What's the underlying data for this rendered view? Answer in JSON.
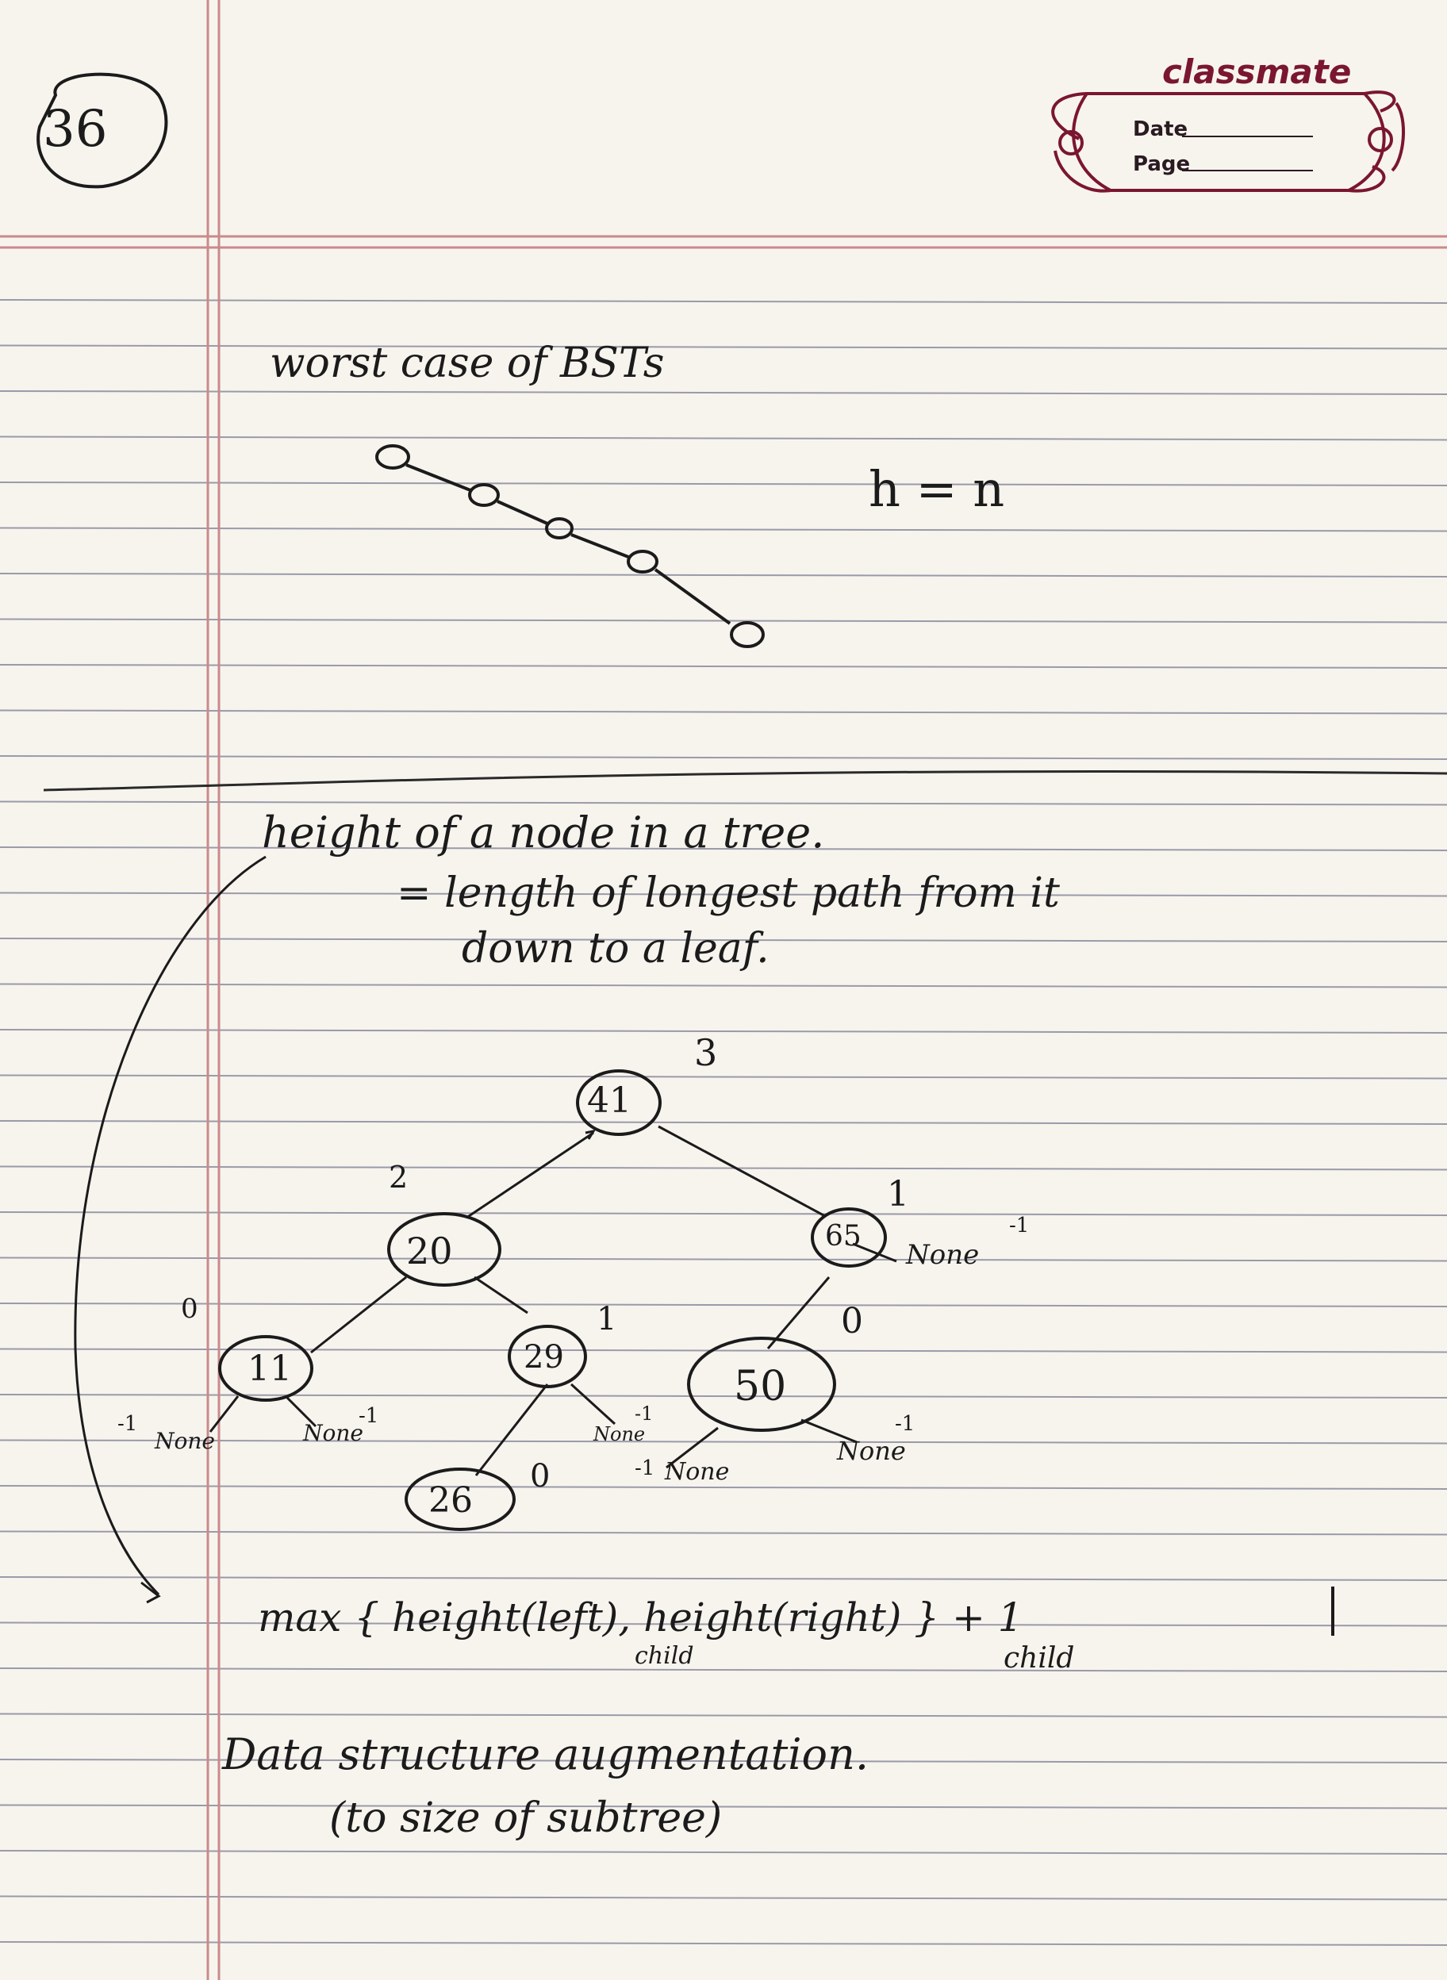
{
  "header": {
    "page_number": "36",
    "brand": "classmate",
    "date_label": "Date",
    "page_label": "Page"
  },
  "section1": {
    "title": "worst case of BSTs",
    "formula": "h = n"
  },
  "section2": {
    "line1": "height of a node in a tree.",
    "line2": "= length of longest path from it",
    "line3": "down to a leaf."
  },
  "tree": {
    "nodes": [
      {
        "label": "41",
        "height": "3"
      },
      {
        "label": "20",
        "height": "2"
      },
      {
        "label": "65",
        "height": "1"
      },
      {
        "label": "11",
        "height": "0"
      },
      {
        "label": "29",
        "height": "1"
      },
      {
        "label": "50",
        "height": "0"
      },
      {
        "label": "26",
        "height": "0"
      }
    ],
    "none_label": "None",
    "none_height": "-1"
  },
  "formula": {
    "main": "max { height(left), height(right) } + 1",
    "sub_left": "child",
    "sub_right": "child"
  },
  "footer": {
    "line1": "Data structure augmentation.",
    "line2": "(to size of subtree)"
  }
}
